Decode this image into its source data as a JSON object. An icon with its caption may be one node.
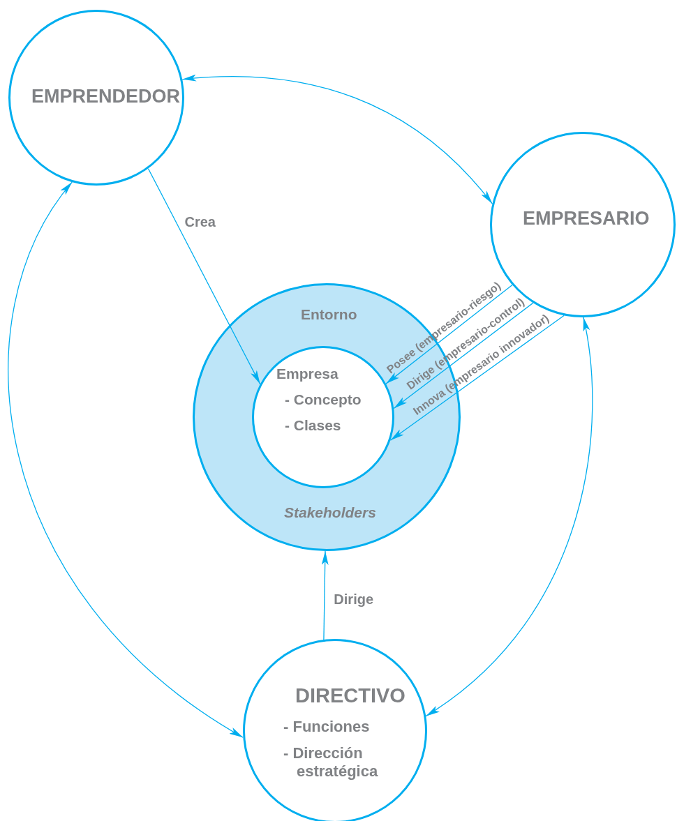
{
  "diagram": {
    "nodes": [
      {
        "text": [
          "EMPRENDEDOR"
        ]
      },
      {
        "text": [
          "EMPRESARIO"
        ]
      },
      {
        "text": [
          "Entorno",
          "Stakeholders"
        ]
      },
      {
        "text": [
          "Empresa",
          "- Concepto",
          "- Clases"
        ],
        "in": 2
      },
      {
        "text": [
          "DIRECTIVO",
          "- Funciones",
          "- Dirección estratégica"
        ]
      }
    ],
    "edges": [
      {
        "from": 0,
        "to": 1,
        "arrow": "both"
      },
      {
        "from": 0,
        "to": 3,
        "arrow": "to",
        "label": "Crea"
      },
      {
        "from": 1,
        "to": 3,
        "arrow": "to",
        "label": "Posee (empresario-riesgo)"
      },
      {
        "from": 1,
        "to": 3,
        "arrow": "to",
        "label": "Dirige (empresario-control)"
      },
      {
        "from": 1,
        "to": 3,
        "arrow": "to",
        "label": "Innova (empresario innovador)"
      },
      {
        "from": 4,
        "to": 2,
        "arrow": "to",
        "label": "Dirige"
      },
      {
        "from": 0,
        "to": 4,
        "arrow": "both"
      },
      {
        "from": 1,
        "to": 4,
        "arrow": "both"
      }
    ]
  }
}
